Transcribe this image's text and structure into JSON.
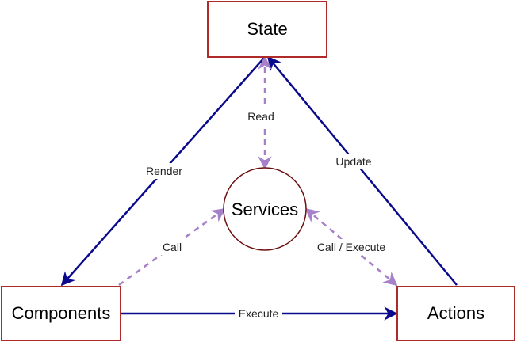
{
  "nodes": {
    "state": "State",
    "services": "Services",
    "components": "Components",
    "actions": "Actions"
  },
  "edges": {
    "render": "Render",
    "read": "Read",
    "update": "Update",
    "call": "Call",
    "call_execute": "Call / Execute",
    "execute": "Execute"
  },
  "colors": {
    "solid_arrow": "#0a0a8c",
    "dashed_arrow": "#a680c8",
    "node_border": "#b02a2a",
    "circle_border": "#6b1010"
  }
}
